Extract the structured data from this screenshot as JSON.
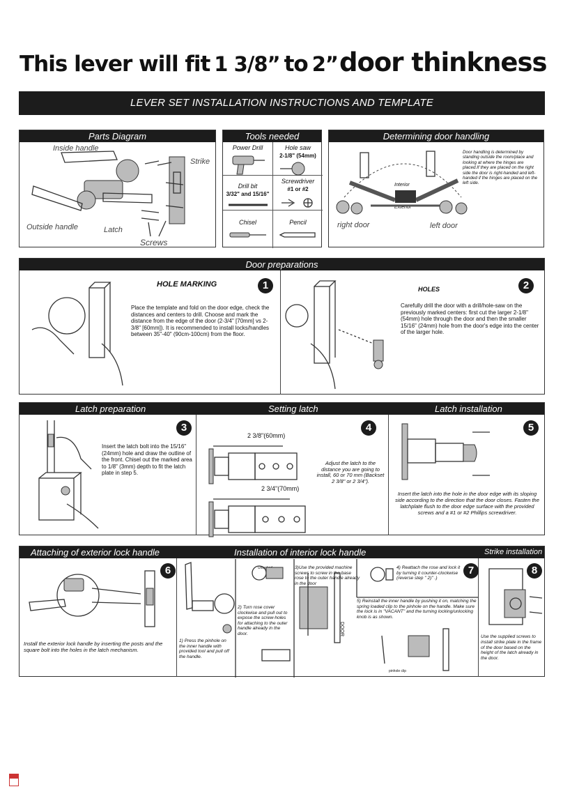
{
  "title": {
    "part1": "This lever will fit",
    "part2": "1 3/8”",
    "part3": "to",
    "part4": "2”",
    "part5": "door thinkness"
  },
  "banner": "LEVER SET INSTALLATION INSTRUCTIONS AND TEMPLATE",
  "parts": {
    "header": "Parts Diagram",
    "inside_handle": "Inside handle",
    "strike": "Strike",
    "outside_handle": "Outside handle",
    "latch": "Latch",
    "screws": "Screws"
  },
  "tools": {
    "header": "Tools needed",
    "power_drill": "Power Drill",
    "hole_saw": "Hole saw",
    "hole_saw_size": "2-1/8\" (54mm)",
    "drill_bit": "Drill bit",
    "drill_bit_size": "3/32\" and 15/16\"",
    "screwdriver": "Screwdriver",
    "screwdriver_size": "#1 or #2",
    "chisel": "Chisel",
    "pencil": "Pencil"
  },
  "handling": {
    "header": "Determining door handling",
    "note": "Door handling is determined by standing outside the room/place and looking at where the hinges are placed.If they are placed on the right side the door is right-handed and left-handed if the hinges are placed on the left side.",
    "interior": "Interior",
    "exterior": "Exterior",
    "right_door": "right door",
    "left_door": "left door"
  },
  "door_prep": {
    "header": "Door preparations",
    "step1_title": "HOLE MARKING",
    "step1_num": "1",
    "step1_text": "Place the template and fold on the door edge, check the distances and centers to drill. Choose and mark the distance from the edge of the door (2-3/4\" [70mm] vs 2-3/8\" [60mm]).  It is recommended to install locks/handles between 35\"-40\" (90cm-100cm)  from the floor.",
    "step2_title": "HOLES",
    "step2_num": "2",
    "step2_text": "Carefully drill the door with a drill/hole-saw on the previously marked centers: first cut the larger 2-1/8\" (54mm) hole through the door and then the smaller 15/16\" (24mm) hole from the door's edge into the center of the larger hole."
  },
  "latch_prep": {
    "header": "Latch preparation",
    "num": "3",
    "text": "Insert the latch bolt into the 15/16\" (24mm) hole and draw the outline of the front. Chisel out the marked area to 1/8\" (3mm) depth to fit the latch plate in step 5."
  },
  "setting_latch": {
    "header": "Setting latch",
    "num": "4",
    "dim1": "2 3/8\"(60mm)",
    "dim2": "2 3/4\"(70mm)",
    "text": "Adjust the latch to the distance you are going to install, 60 or 70 mm (Backset 2 3/8\" or 2 3/4\")."
  },
  "latch_install": {
    "header": "Latch installation",
    "num": "5",
    "text": "Insert the latch into the hole in the door edge with its sloping side according to the direction that the door closes. Fasten the latchplate flush to the door edge surface with the provided screws and a #1 or #2 Phillips screwdriver."
  },
  "exterior_handle": {
    "header": "Attaching of exterior lock handle",
    "num": "6",
    "text": "Install the exterior lock handle by inserting the posts and the square bolt into the holes in the latch mechanism."
  },
  "interior_handle": {
    "header": "Installation of interior lock handle",
    "num": "7",
    "step1": "1) Press the pinhole on the inner handle with provided tool and pull off the handle.",
    "step2": "2) Turn rose cover clockwise and pull out to expose the screw-holes for attaching to the outer handle already in the door.",
    "step3": "3)Use the provided machine screws to screw in the base rose to the outer handle already in the door",
    "step4": "4) Reattach the rose and lock it by turning it counter-clockwise (reverse step \" 2)\" .)",
    "step5": "5) Reinstall the inner handle by pushing it on, matching the spring loaded clip to the pinhole on the handle. Make sure the lock is in \"VACANT\" and the turning locking/unlocking knob is as shown.",
    "unlocked": "Unlocked",
    "door": "DOOR",
    "pinhole_clip": "pinhole clip"
  },
  "strike_install": {
    "header": "Strike installation",
    "num": "8",
    "text": "Use the supplied screws to install strike plate in the frame of the door based on the height of the latch already in the door."
  }
}
